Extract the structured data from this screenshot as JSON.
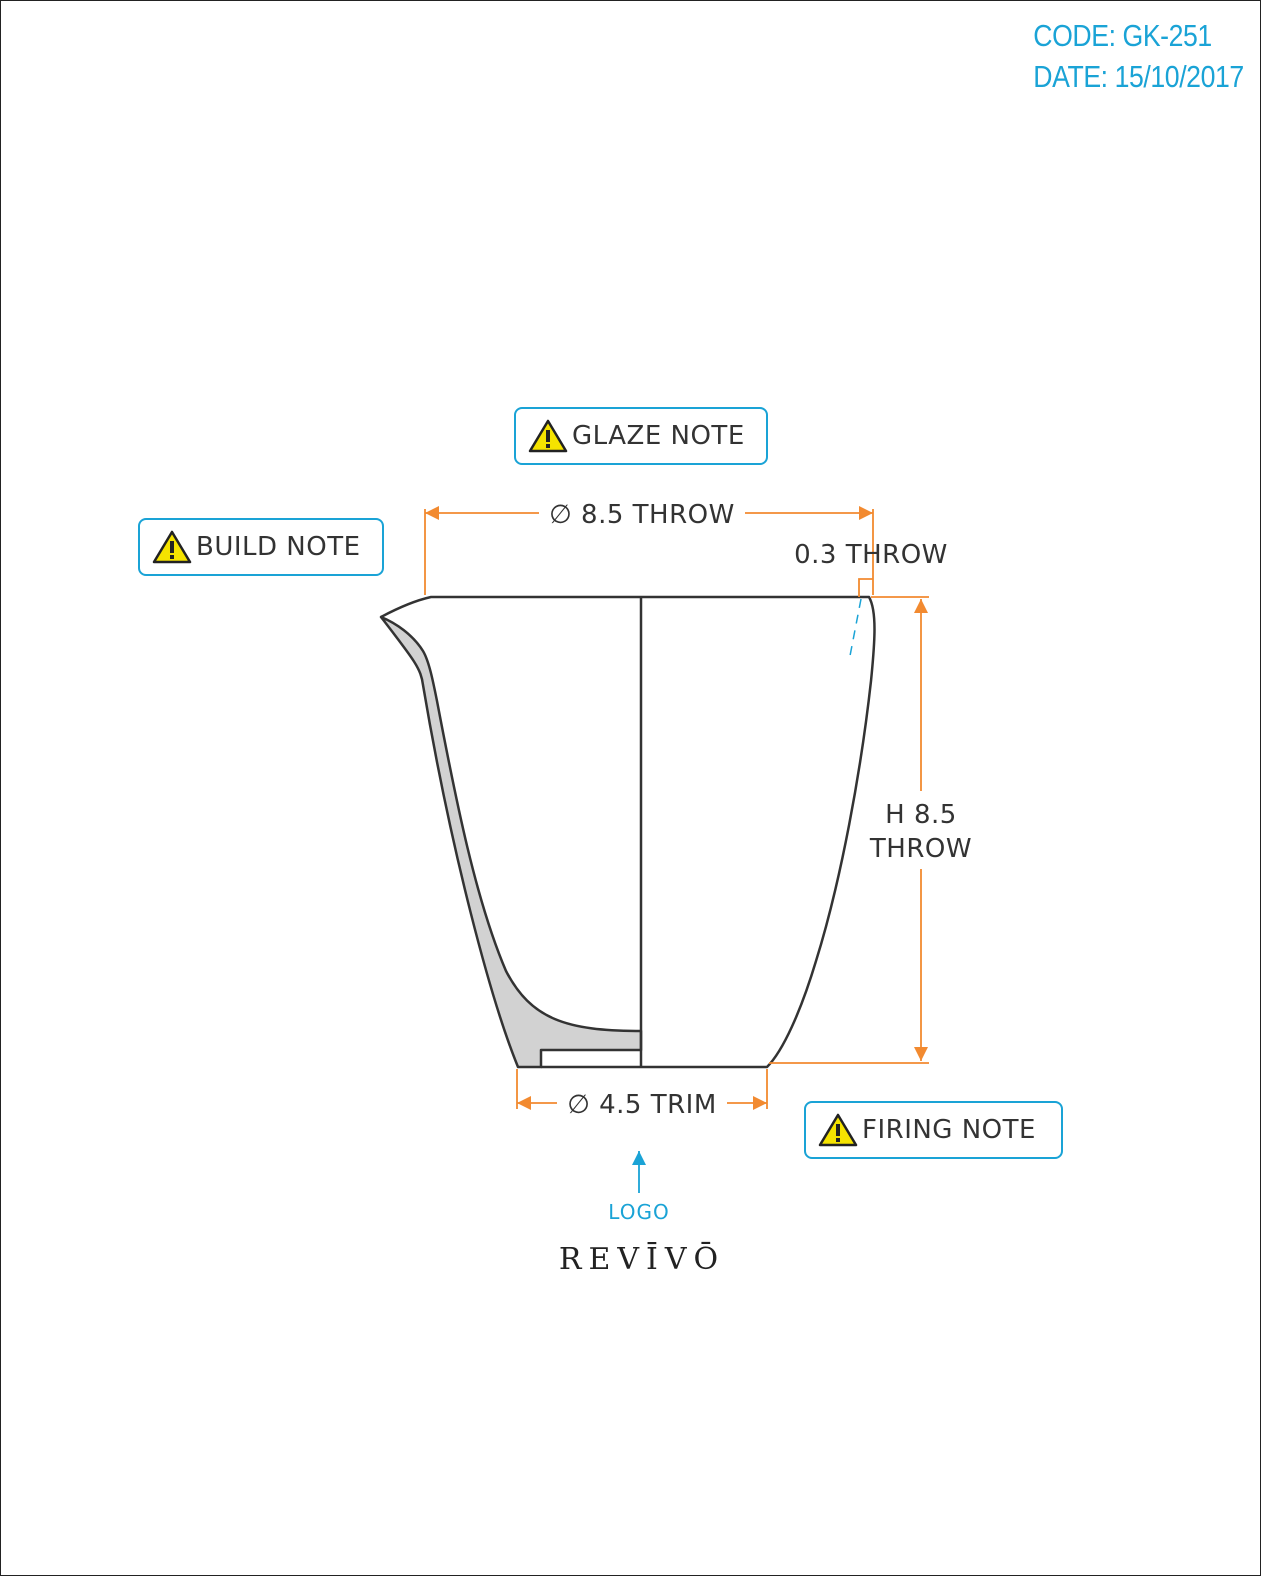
{
  "header": {
    "code": "CODE: GK-251",
    "date": "DATE: 15/10/2017"
  },
  "notes": {
    "glaze": "GLAZE NOTE",
    "build": "BUILD NOTE",
    "firing": "FIRING NOTE"
  },
  "dimensions": {
    "rim_diameter": "∅ 8.5 THROW",
    "wall_thickness": "0.3 THROW",
    "height_line1": "H 8.5",
    "height_line2": "THROW",
    "foot_diameter": "∅ 4.5 TRIM"
  },
  "logo": {
    "label": "LOGO",
    "brand": "REVĪVŌ"
  },
  "colors": {
    "accent_blue": "#1aa3d6",
    "dimension_orange": "#f28a30",
    "section_fill": "#d2d2d2",
    "outline": "#333333",
    "warning_yellow": "#f5e300"
  }
}
